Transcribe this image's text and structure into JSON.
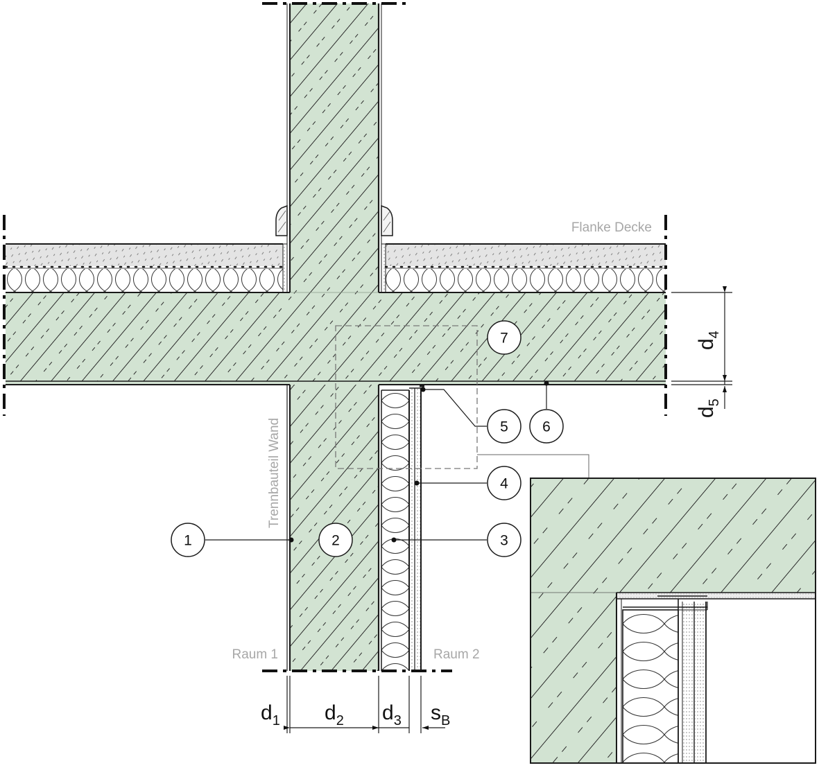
{
  "labels": {
    "flanke_decke": "Flanke Decke",
    "trennbauteil_wand": "Trennbauteil Wand",
    "raum1": "Raum 1",
    "raum2": "Raum 2"
  },
  "callouts": [
    "1",
    "2",
    "3",
    "4",
    "5",
    "6",
    "7"
  ],
  "dimensions": {
    "d1": {
      "base": "d",
      "sub": "1"
    },
    "d2": {
      "base": "d",
      "sub": "2"
    },
    "d3": {
      "base": "d",
      "sub": "3"
    },
    "sB": {
      "base": "s",
      "sub": "B"
    },
    "d4": {
      "base": "d",
      "sub": "4"
    },
    "d5": {
      "base": "d",
      "sub": "5"
    }
  },
  "colors": {
    "concrete": "#d2e3d2",
    "screed": "#e4e4e4",
    "line": "#1a1a1a",
    "label": "#a7a7a7"
  }
}
